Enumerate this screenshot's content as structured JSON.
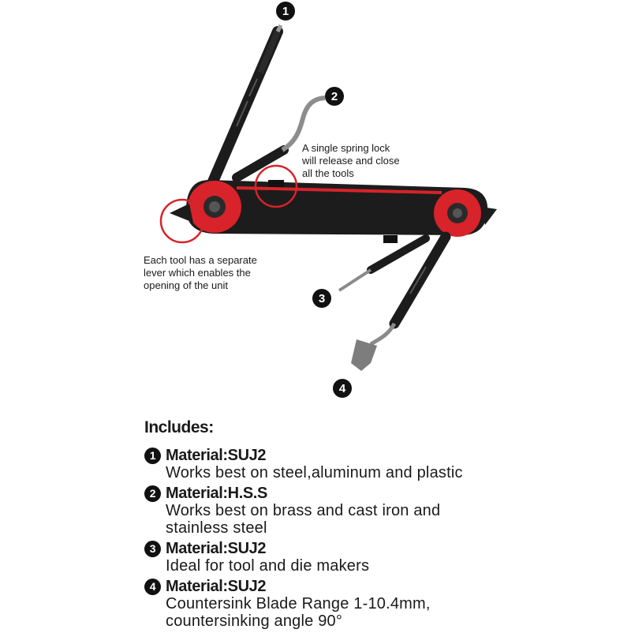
{
  "badges": [
    "1",
    "2",
    "3",
    "4"
  ],
  "callouts": {
    "spring_lock": "A single spring lock\nwill release and close\nall the tools",
    "lever": "Each tool has a separate\nlever which enables the\nopening of the unit"
  },
  "includes": {
    "title": "Includes:",
    "items": [
      {
        "num": "1",
        "heading": "Material:SUJ2",
        "desc": "Works best on steel,aluminum and plastic"
      },
      {
        "num": "2",
        "heading": "Material:H.S.S",
        "desc": "Works best on brass and cast iron and\nstainless steel"
      },
      {
        "num": "3",
        "heading": "Material:SUJ2",
        "desc": "Ideal for tool and die makers"
      },
      {
        "num": "4",
        "heading": "Material:SUJ2",
        "desc": "Countersink Blade  Range 1-10.4mm,\ncountersinking angle 90°"
      }
    ]
  },
  "colors": {
    "accent_red": "#d8232a",
    "body_black": "#1c1c1c",
    "metal": "#8a8a8a"
  }
}
